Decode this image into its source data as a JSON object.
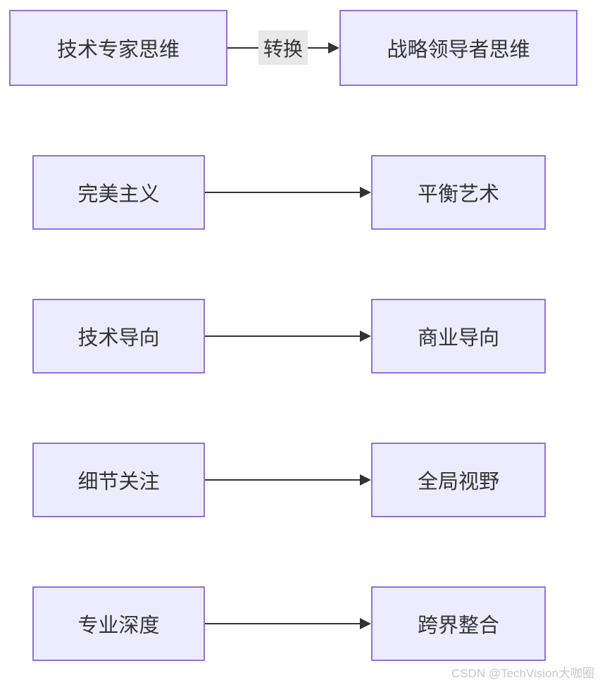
{
  "diagram": {
    "type": "flowchart-left-to-right-pairs",
    "rows": [
      {
        "left": "技术专家思维",
        "edge_label": "转换",
        "right": "战略领导者思维"
      },
      {
        "left": "完美主义",
        "right": "平衡艺术"
      },
      {
        "left": "技术导向",
        "right": "商业导向"
      },
      {
        "left": "细节关注",
        "right": "全局视野"
      },
      {
        "left": "专业深度",
        "right": "跨界整合"
      }
    ],
    "colors": {
      "node_fill": "#ECECFF",
      "node_border": "#9370DB",
      "node_text": "#333333",
      "edge_line": "#333333",
      "edge_label_bg": "#e8e8e8",
      "watermark_text": "#c8c8c8",
      "background": "#ffffff"
    }
  },
  "watermark": "CSDN @TechVision大咖圈"
}
